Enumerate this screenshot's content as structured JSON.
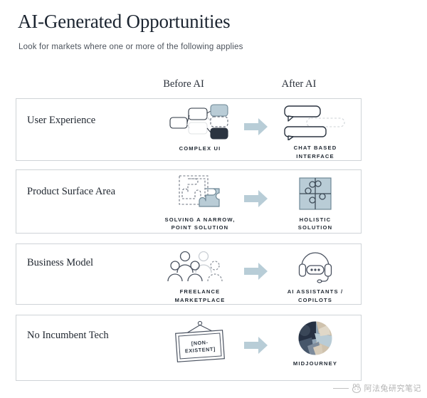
{
  "header": {
    "title": "AI-Generated Opportunities",
    "subtitle": "Look for markets where one or more of the following applies"
  },
  "columns": {
    "before_label": "Before AI",
    "after_label": "After AI"
  },
  "colors": {
    "arrow": "#b8cdd7",
    "accent_light": "#b9ccd6",
    "accent_dark": "#2b3440",
    "border": "#cfd3d7",
    "text_dark": "#1f262f",
    "mj_navy": "#263143",
    "mj_tan": "#cfc2ad",
    "mj_blue": "#8fa3b4"
  },
  "rows": [
    {
      "label": "User Experience",
      "before": {
        "caption": "COMPLEX UI",
        "icon": "node-graph-icon"
      },
      "after": {
        "caption": "CHAT BASED\nINTERFACE",
        "caption_lines": [
          "CHAT BASED",
          "INTERFACE"
        ],
        "icon": "chat-bubbles-icon"
      }
    },
    {
      "label": "Product Surface Area",
      "before": {
        "caption": "SOLVING A NARROW,\nPOINT SOLUTION",
        "caption_lines": [
          "SOLVING A NARROW,",
          "POINT SOLUTION"
        ],
        "icon": "puzzle-piece-partial-icon"
      },
      "after": {
        "caption": "HOLISTIC\nSOLUTION",
        "caption_lines": [
          "HOLISTIC",
          "SOLUTION"
        ],
        "icon": "puzzle-complete-icon"
      }
    },
    {
      "label": "Business Model",
      "before": {
        "caption": "FREELANCE\nMARKETPLACE",
        "caption_lines": [
          "FREELANCE",
          "MARKETPLACE"
        ],
        "icon": "people-group-icon"
      },
      "after": {
        "caption": "AI ASSISTANTS /\nCOPILOTS",
        "caption_lines": [
          "AI ASSISTANTS /",
          "COPILOTS"
        ],
        "icon": "headset-icon"
      }
    },
    {
      "label": "No Incumbent Tech",
      "before": {
        "caption": "",
        "sign_text_lines": [
          "[NON-",
          "EXISTENT]"
        ],
        "icon": "hanging-sign-icon"
      },
      "after": {
        "caption": "MIDJOURNEY",
        "icon": "midjourney-logo-icon"
      }
    }
  ],
  "watermark": {
    "text": "阿法兔研究笔记"
  }
}
